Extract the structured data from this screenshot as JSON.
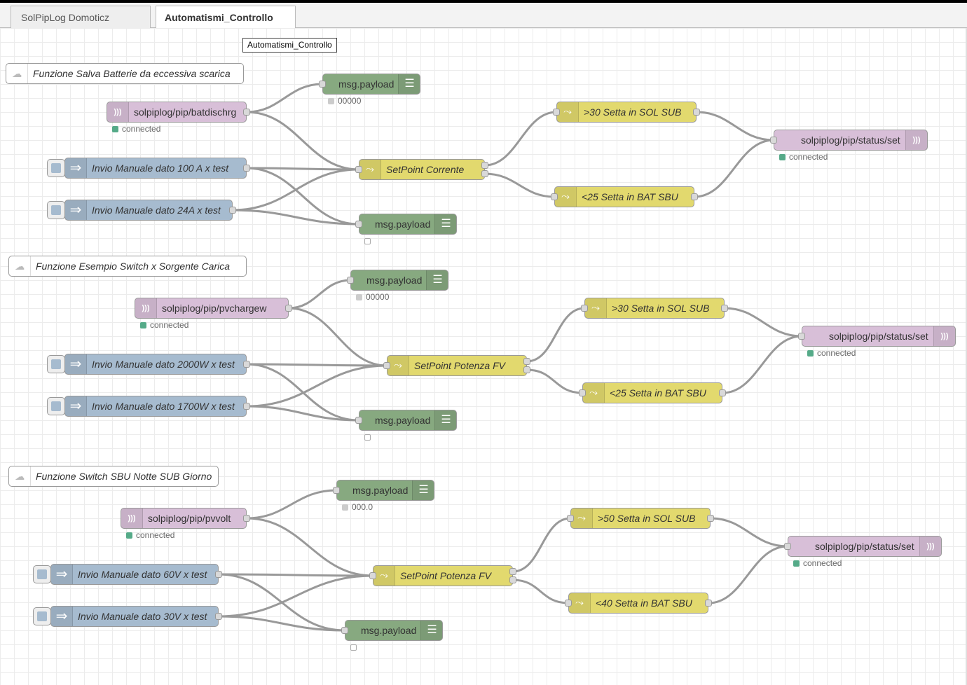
{
  "tabs": [
    {
      "label": "SolPipLog Domoticz",
      "active": false
    },
    {
      "label": "Automatismi_Controllo",
      "active": true
    }
  ],
  "tooltip": "Automatismi_Controllo",
  "icons": {
    "mqtt": "broadcast-icon",
    "debug": "list-icon",
    "inject": "arrow-right-icon",
    "switch": "shuffle-icon",
    "comment": "speech-bubble-icon"
  },
  "colors": {
    "mqtt": "#d8bfd8",
    "debug": "#87a980",
    "inject": "#a6bbcf",
    "function": "#e2d96e",
    "wire": "#999999",
    "connected": "#55aa88"
  },
  "flows": [
    {
      "comment": "Funzione Salva Batterie da eccessiva scarica",
      "mqtt_in": {
        "topic": "solpiplog/pip/batdischrg",
        "status": "connected"
      },
      "debug_top": {
        "label": "msg.payload",
        "status": "00000"
      },
      "inject_1": "Invio Manuale dato 100 A x test",
      "inject_2": "Invio Manuale dato 24A x test",
      "setpoint": "SetPoint Corrente",
      "debug_bottom": {
        "label": "msg.payload",
        "status": ""
      },
      "route_high": ">30 Setta in SOL SUB",
      "route_low": "<25 Setta in BAT SBU",
      "mqtt_out": {
        "topic": "solpiplog/pip/status/set",
        "status": "connected"
      }
    },
    {
      "comment": "Funzione Esempio Switch x Sorgente Carica",
      "mqtt_in": {
        "topic": "solpiplog/pip/pvchargew",
        "status": "connected"
      },
      "debug_top": {
        "label": "msg.payload",
        "status": "00000"
      },
      "inject_1": "Invio Manuale dato 2000W x test",
      "inject_2": "Invio Manuale dato 1700W x test",
      "setpoint": "SetPoint Potenza FV",
      "debug_bottom": {
        "label": "msg.payload",
        "status": ""
      },
      "route_high": ">30 Setta in SOL SUB",
      "route_low": "<25 Setta in BAT SBU",
      "mqtt_out": {
        "topic": "solpiplog/pip/status/set",
        "status": "connected"
      }
    },
    {
      "comment": "Funzione Switch SBU Notte SUB Giorno",
      "mqtt_in": {
        "topic": "solpiplog/pip/pvvolt",
        "status": "connected"
      },
      "debug_top": {
        "label": "msg.payload",
        "status": "000.0"
      },
      "inject_1": "Invio Manuale dato 60V x test",
      "inject_2": "Invio Manuale dato 30V x test",
      "setpoint": "SetPoint Potenza FV",
      "debug_bottom": {
        "label": "msg.payload",
        "status": ""
      },
      "route_high": ">50 Setta in SOL SUB",
      "route_low": "<40 Setta in BAT SBU",
      "mqtt_out": {
        "topic": "solpiplog/pip/status/set",
        "status": "connected"
      }
    }
  ]
}
